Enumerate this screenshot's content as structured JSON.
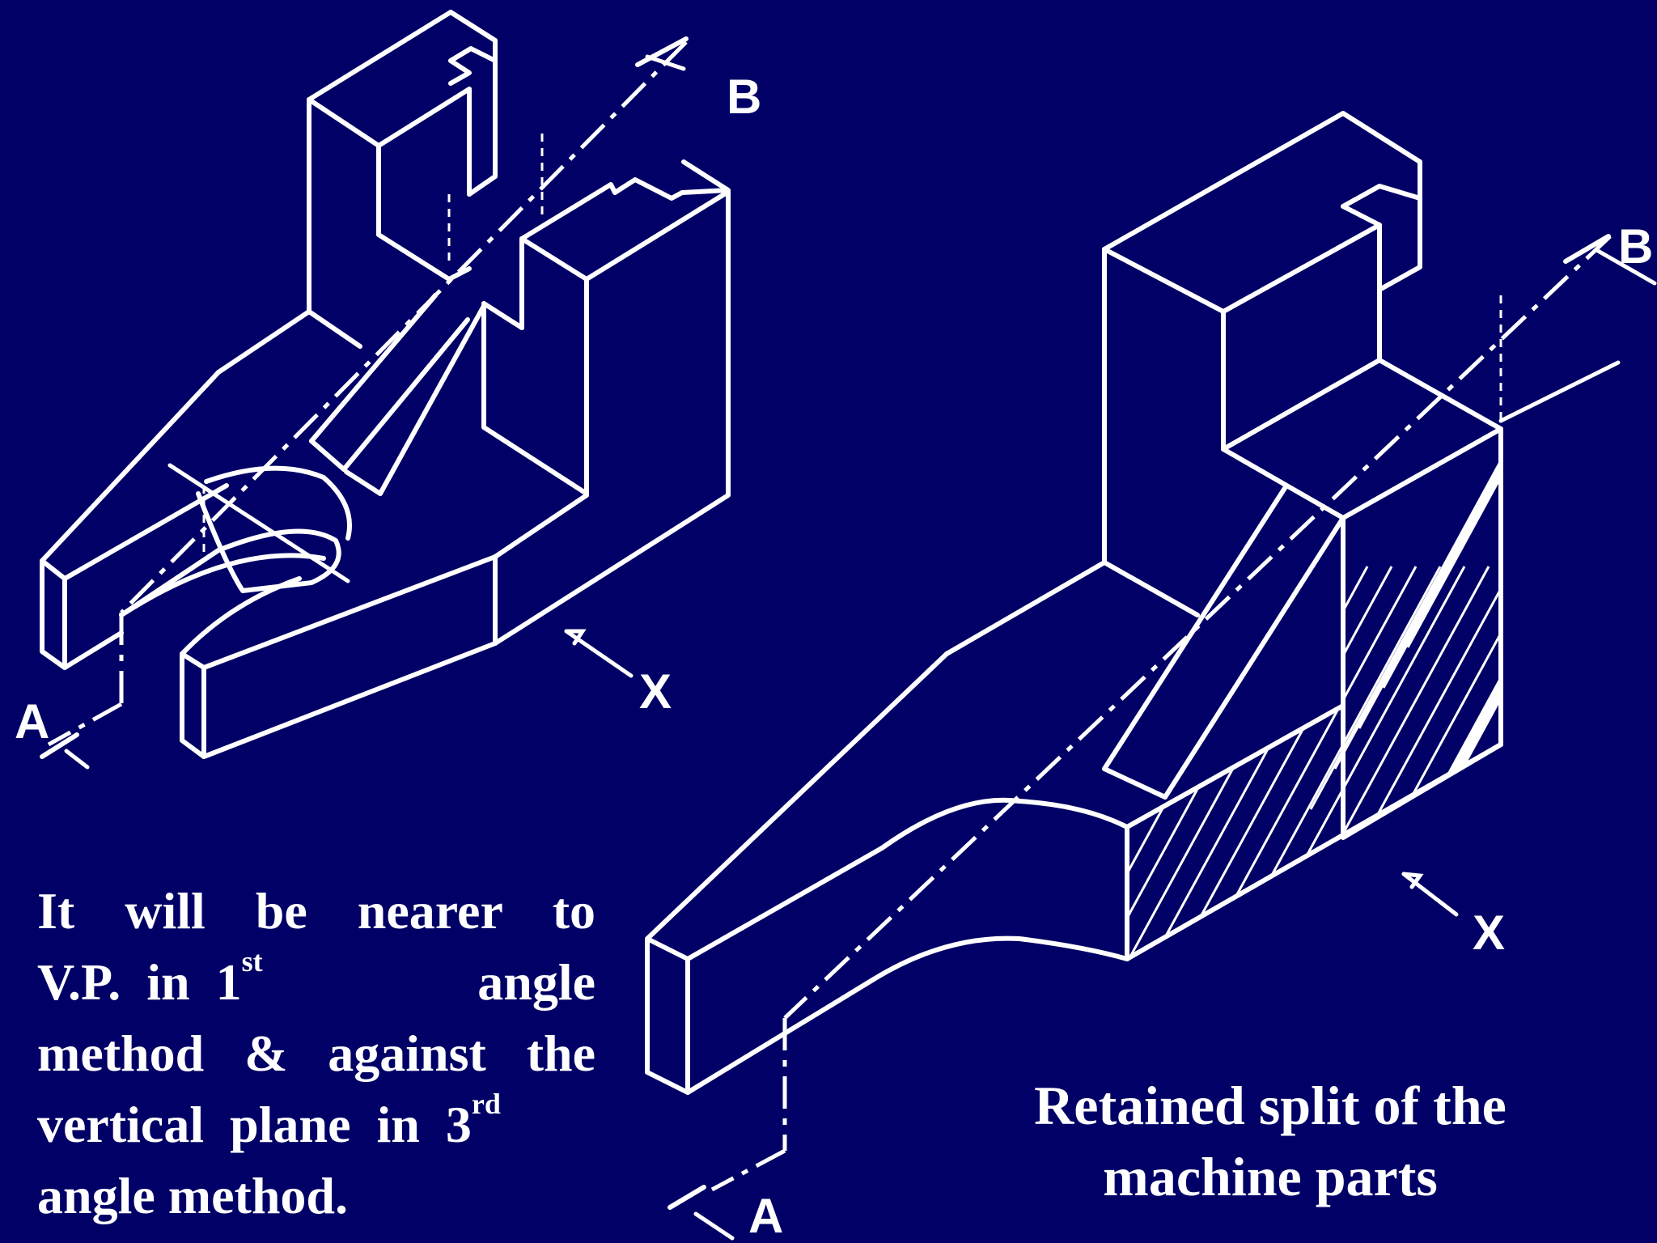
{
  "labels": {
    "left_A": "A",
    "left_B": "B",
    "left_X": "X",
    "right_A": "A",
    "right_B": "B",
    "right_X": "X"
  },
  "caption_left": {
    "l1": "It will be nearer to",
    "l2a": "V.P.  in  1",
    "l2sup": "st",
    "l2b": "angle",
    "l3": "method & against the",
    "l4a": "vertical  plane  in  3",
    "l4sup": "rd",
    "l5": "angle method."
  },
  "caption_right": {
    "l1": "Retained split of the",
    "l2": "machine parts"
  },
  "colors": {
    "background": "#000066",
    "ink": "#ffffff"
  }
}
